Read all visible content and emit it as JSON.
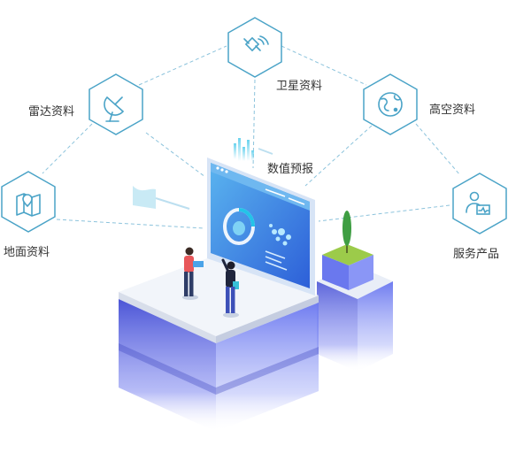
{
  "diagram": {
    "center": {
      "label": "数值预报"
    },
    "nodes": [
      {
        "id": "satellite",
        "label": "卫星资料",
        "icon": "satellite-icon"
      },
      {
        "id": "radar",
        "label": "雷达资料",
        "icon": "radar-dish-icon"
      },
      {
        "id": "upper-air",
        "label": "高空资料",
        "icon": "globe-icon"
      },
      {
        "id": "surface",
        "label": "地面资料",
        "icon": "map-pin-icon"
      },
      {
        "id": "service",
        "label": "服务产品",
        "icon": "user-monitor-icon"
      }
    ]
  },
  "colors": {
    "hex_stroke": "#4aa3c7",
    "dash_line": "#8cc3dc",
    "platform_blue": "#4b55d6",
    "screen_blue": "#3b7fe0",
    "plant_green": "#8bc34a"
  }
}
